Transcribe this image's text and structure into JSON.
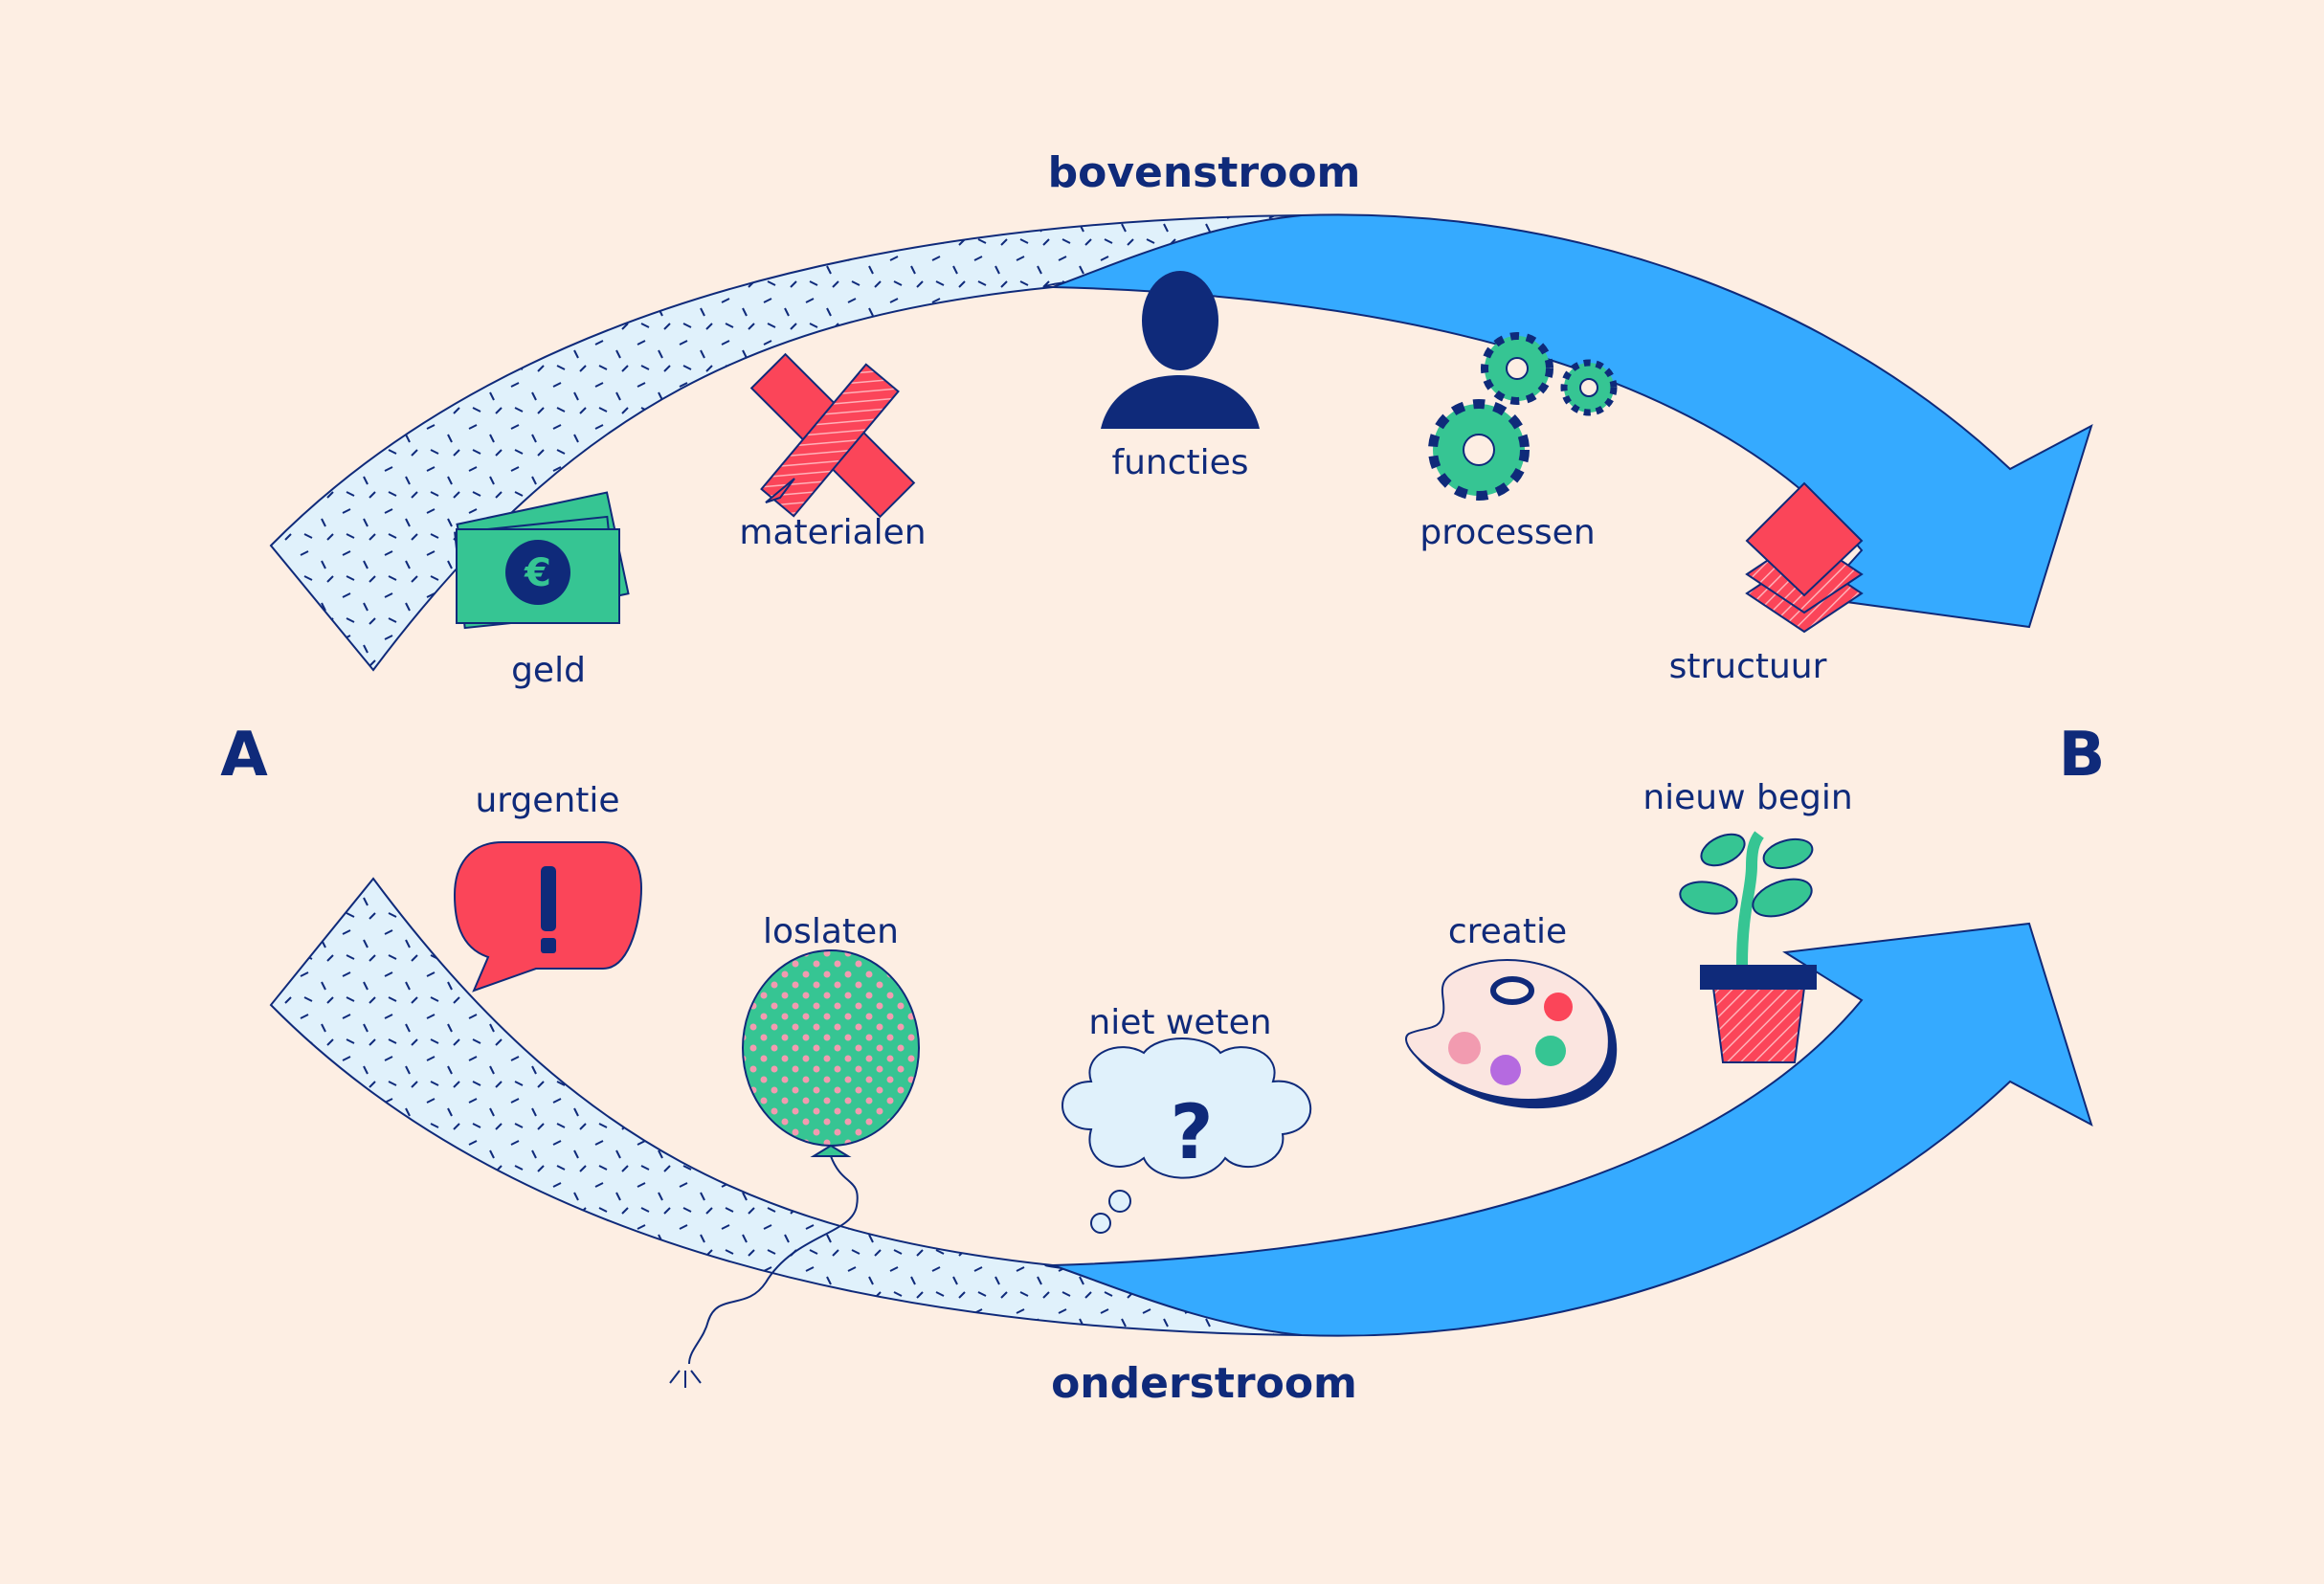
{
  "colors": {
    "background": "#fdeee3",
    "arrow_blue": "#35aaff",
    "arrow_light": "#e0f1fb",
    "navy": "#0f2a7a",
    "green": "#36c593",
    "red": "#fb4559"
  },
  "diagram": {
    "start_label": "A",
    "end_label": "B",
    "top_stream": {
      "label": "bovenstroom",
      "items": [
        {
          "label": "geld",
          "icon": "money-icon"
        },
        {
          "label": "materialen",
          "icon": "pencil-ruler-icon"
        },
        {
          "label": "functies",
          "icon": "person-icon"
        },
        {
          "label": "processen",
          "icon": "gears-icon"
        },
        {
          "label": "structuur",
          "icon": "layers-icon"
        }
      ]
    },
    "bottom_stream": {
      "label": "onderstroom",
      "items": [
        {
          "label": "urgentie",
          "icon": "exclamation-bubble-icon"
        },
        {
          "label": "loslaten",
          "icon": "balloon-icon"
        },
        {
          "label": "niet weten",
          "icon": "question-cloud-icon"
        },
        {
          "label": "creatie",
          "icon": "palette-icon"
        },
        {
          "label": "nieuw begin",
          "icon": "plant-icon"
        }
      ]
    }
  }
}
